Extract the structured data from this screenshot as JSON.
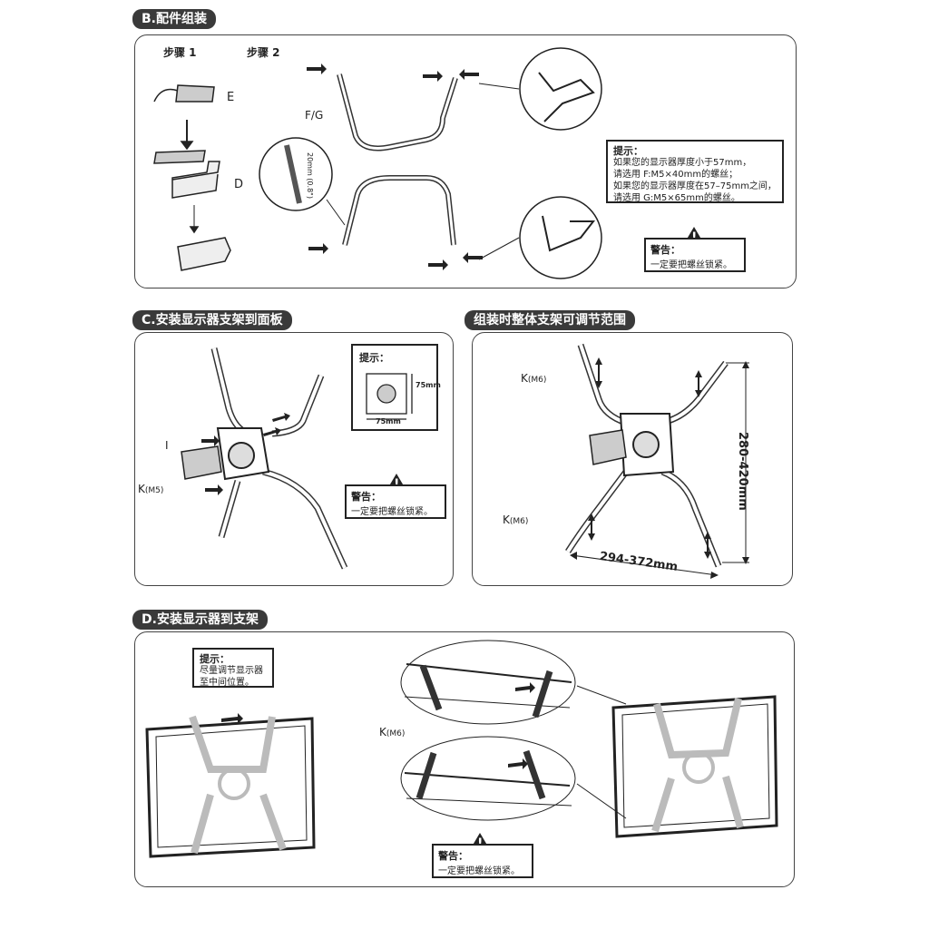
{
  "sections": {
    "b": {
      "title": "B.配件组装",
      "step1": "步骤 1",
      "step2": "步骤 2",
      "label_e": "E",
      "label_d": "D",
      "label_fg": "F/G",
      "dim_note": "20mm (0.8\")"
    },
    "c": {
      "title": "C.安装显示器支架到面板",
      "label_i": "I",
      "label_k": "K",
      "label_k_size": "(M5)",
      "vesa_w": "75mm",
      "vesa_h": "75mm"
    },
    "range": {
      "title": "组装时整体支架可调节范围",
      "label_k1": "K",
      "label_k1_size": "(M6)",
      "label_k2": "K",
      "label_k2_size": "(M6)",
      "height_range": "280-420mm",
      "width_range": "294-372mm"
    },
    "d": {
      "title": "D.安装显示器到支架",
      "label_k": "K",
      "label_k_size": "(M6)"
    }
  },
  "tips": {
    "b": {
      "heading": "提示：",
      "lines": [
        "如果您的显示器厚度小于57mm，",
        "请选用  F:M5×40mm的螺丝；",
        "如果您的显示器厚度在57–75mm之间，",
        "请选用  G:M5×65mm的螺丝。"
      ]
    },
    "c": {
      "heading": "提示："
    },
    "d": {
      "heading": "提示：",
      "lines": [
        "尽量调节显示器",
        "至中间位置。"
      ]
    }
  },
  "warnings": {
    "heading": "警告：",
    "text": "一定要把螺丝锁紧。"
  }
}
